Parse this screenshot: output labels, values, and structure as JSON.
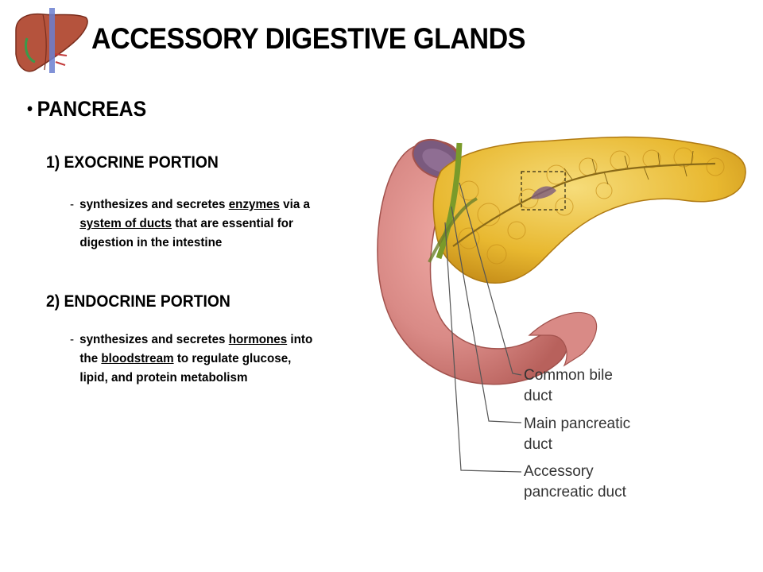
{
  "title": "ACCESSORY DIGESTIVE GLANDS",
  "logo": {
    "icon": "liver-icon"
  },
  "section": {
    "bullet": "•",
    "heading": "PANCREAS"
  },
  "exocrine": {
    "heading": "1) EXOCRINE PORTION",
    "dash": "-",
    "l1_a": "synthesizes and secretes ",
    "l1_u": "enzymes",
    "l1_b": " via a",
    "l2_u": "system of ducts",
    "l2_b": " that are essential for",
    "l3": "digestion in the intestine"
  },
  "endocrine": {
    "heading": "2) ENDOCRINE PORTION",
    "dash": "-",
    "l1_a": "synthesizes and secretes ",
    "l1_u": "hormones",
    "l1_b": " into",
    "l2_a": "the ",
    "l2_u": "bloodstream",
    "l2_b": " to regulate glucose,",
    "l3": "lipid, and protein metabolism"
  },
  "diagram": {
    "labels": {
      "common_bile_1": "Common bile",
      "common_bile_2": "duct",
      "main_duct_1": "Main pancreatic",
      "main_duct_2": "duct",
      "accessory_1": "Accessory",
      "accessory_2": "pancreatic duct"
    },
    "colors": {
      "duodenum": "#d98a86",
      "duodenum_dark": "#b8615c",
      "pancreas": "#e8b830",
      "pancreas_light": "#f3d46a",
      "bile_duct": "#7a9a2a",
      "leader": "#555555"
    }
  }
}
